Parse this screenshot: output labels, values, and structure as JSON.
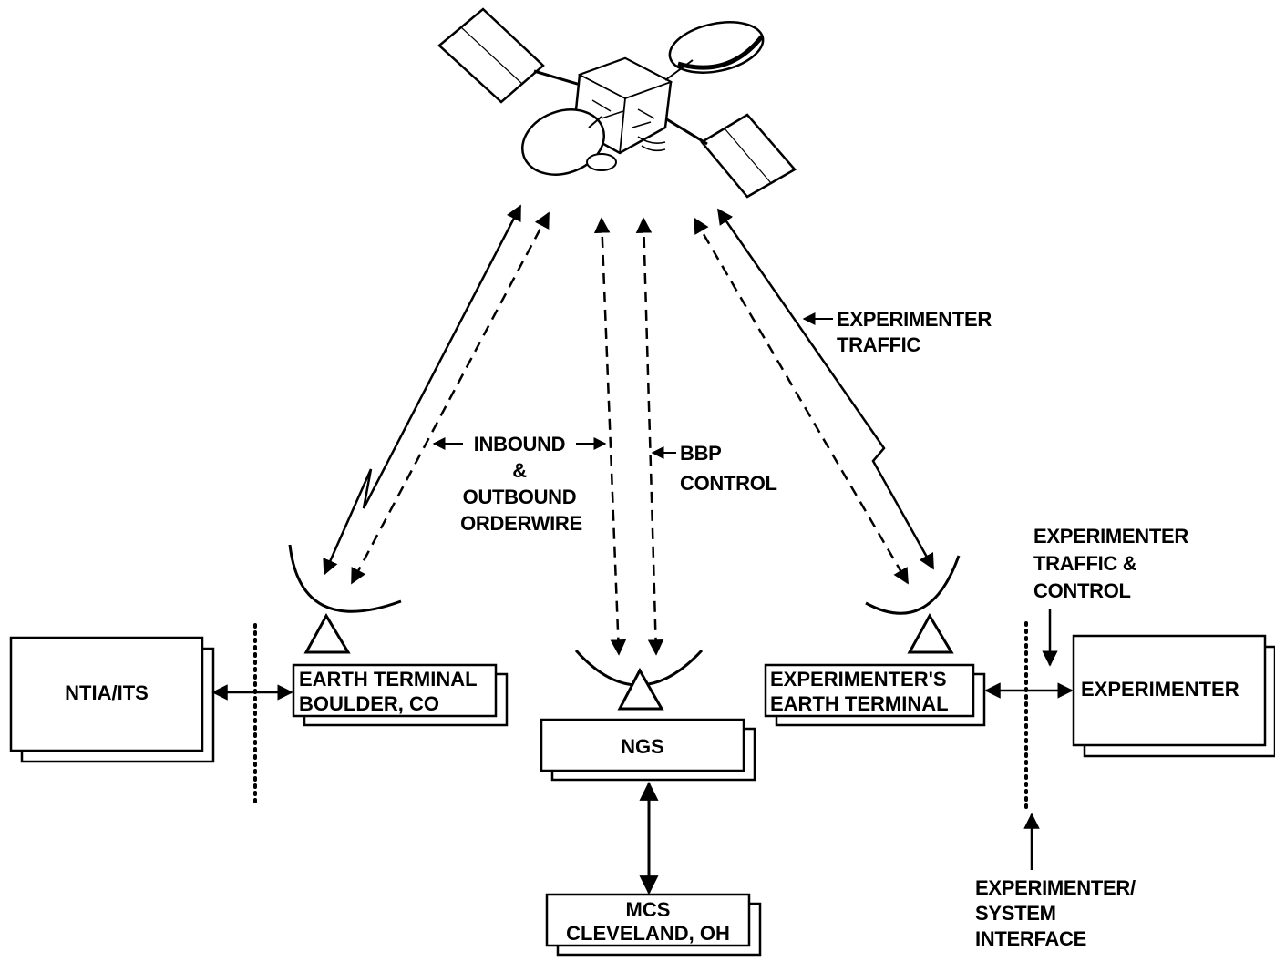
{
  "boxes": {
    "ntia": "NTIA/ITS",
    "earth_terminal": [
      "EARTH TERMINAL",
      "BOULDER, CO"
    ],
    "ngs": "NGS",
    "mcs": [
      "MCS",
      "CLEVELAND, OH"
    ],
    "exp_earth_terminal": [
      "EXPERIMENTER'S",
      "EARTH TERMINAL"
    ],
    "experimenter": "EXPERIMENTER"
  },
  "labels": {
    "orderwire": [
      "INBOUND",
      "&",
      "OUTBOUND",
      "ORDERWIRE"
    ],
    "bbp_control": [
      "BBP",
      "CONTROL"
    ],
    "experimenter_traffic": [
      "EXPERIMENTER",
      "TRAFFIC"
    ],
    "traffic_control": [
      "EXPERIMENTER",
      "TRAFFIC &",
      "CONTROL"
    ],
    "system_interface": [
      "EXPERIMENTER/",
      "SYSTEM",
      "INTERFACE"
    ]
  }
}
